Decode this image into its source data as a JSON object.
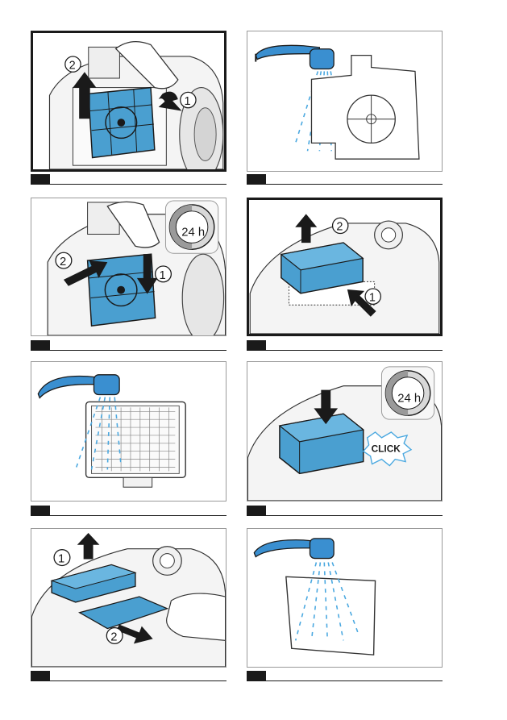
{
  "steps": [
    {
      "labels": [
        "1",
        "2"
      ]
    },
    {
      "labels": []
    },
    {
      "labels": [
        "1",
        "2"
      ],
      "timer": "24 h"
    },
    {
      "labels": [
        "1",
        "2"
      ]
    },
    {
      "labels": []
    },
    {
      "labels": [],
      "timer": "24 h",
      "click": "CLICK"
    },
    {
      "labels": [
        "1",
        "2"
      ]
    },
    {
      "labels": []
    }
  ],
  "colors": {
    "filter_blue": "#4a9fd0",
    "faucet_blue": "#3a8fd0",
    "water": "#4aa8e0",
    "outline": "#1a1a1a",
    "frame": "#9a9a9a"
  }
}
